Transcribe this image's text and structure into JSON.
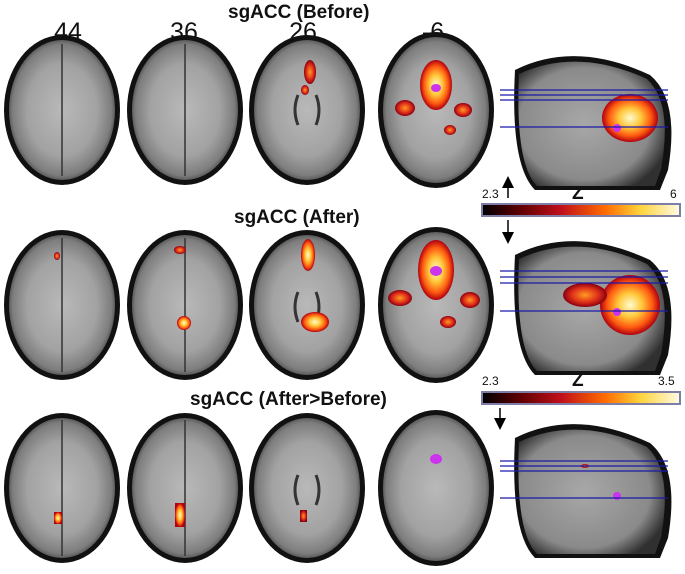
{
  "titles": {
    "before": "sgACC (Before)",
    "after": "sgACC (After)",
    "diff": "sgACC (After>Before)"
  },
  "slice_labels": [
    "44",
    "36",
    "26",
    "-6"
  ],
  "colorbars": {
    "top": {
      "title": "Z",
      "min": "2.3",
      "max": "6"
    },
    "bottom": {
      "title": "Z",
      "min": "2.3",
      "max": "3.5"
    }
  },
  "colors": {
    "brain_gray": "#9a9a9a",
    "activation_red": "#c0101a",
    "activation_yellow": "#ffe84a",
    "seed_magenta": "#cc33ee",
    "slice_line_blue": "#1a1aa8"
  }
}
